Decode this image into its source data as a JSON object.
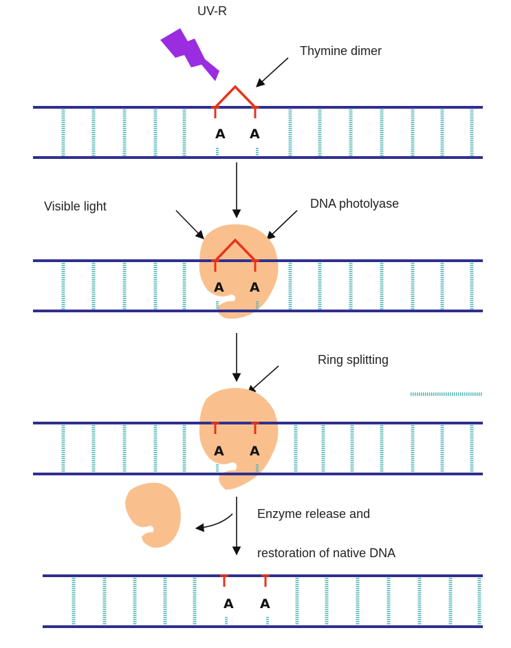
{
  "labels": {
    "uv": "UV-R",
    "thymine_dimer": "Thymine dimer",
    "visible_light": "Visible light",
    "photolyase": "DNA photolyase",
    "ring_splitting": "Ring splitting",
    "release_1": "Enzyme release and",
    "release_2": "restoration of native DNA"
  },
  "bases": {
    "s1_a1": "A",
    "s1_a2": "A",
    "s2_a1": "A",
    "s2_a2": "A",
    "s3_a1": "A",
    "s3_a2": "A",
    "s4_a1": "A",
    "s4_a2": "A"
  },
  "colors": {
    "strand": "#2e2e8f",
    "rung": "#4fb3b3",
    "thymine": "#e8321a",
    "enzyme": "#f9c08e",
    "uv": "#9b2de0",
    "arrow": "#111111"
  },
  "icons": [
    "uv-lightning-icon",
    "photolyase-enzyme-icon"
  ]
}
